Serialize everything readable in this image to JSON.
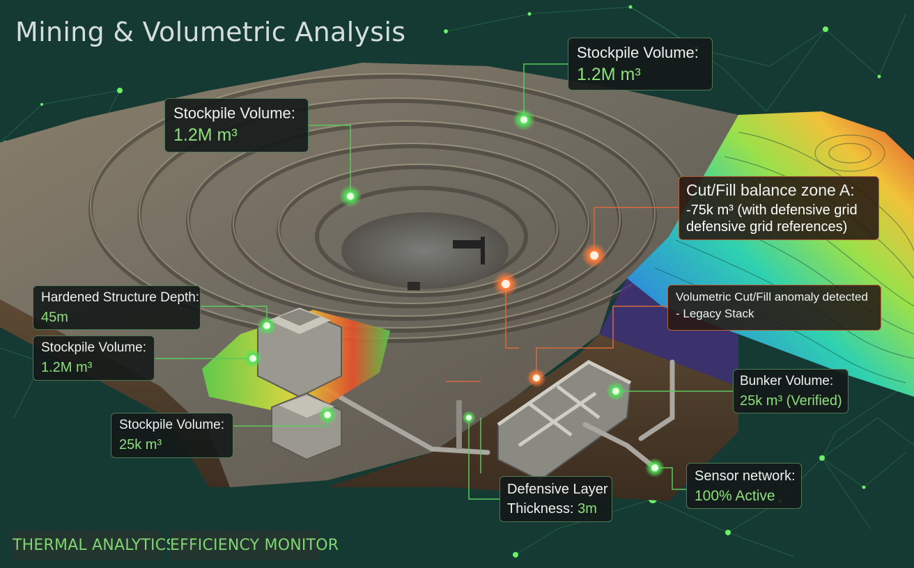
{
  "title": "Mining & Volumetric Analysis",
  "callouts": [
    {
      "line1": "Stockpile Volume:",
      "line2": "1.2M m³"
    },
    {
      "line1": "Stockpile Volume:",
      "line2": "1.2M m³"
    },
    {
      "line1": "Cut/Fill balance zone A:",
      "line2": "-75k m³ (with defensive grid",
      "line3": "defensive grid references)"
    },
    {
      "line1": "Hardened Structure Depth:",
      "line2": "45m"
    },
    {
      "line1": "Volumetric Cut/Fill anomaly detected",
      "line2": "- Legacy Stack"
    },
    {
      "line1": "Stockpile Volume:",
      "line2": "1.2M m³"
    },
    {
      "line1": "Bunker Volume:",
      "line2": "25k m³ (Verified)"
    },
    {
      "line1": "Stockpile Volume:",
      "line2": "25k m³"
    },
    {
      "line1": "Sensor network:",
      "line2": "100% Active"
    },
    {
      "line1": "Defensive Layer",
      "line2a": "Thickness: ",
      "line2b": "3m"
    }
  ],
  "tags": {
    "thermal": "THERMAL ANALYTICS",
    "efficiency": "EFFICIENCY MONITOR"
  },
  "colors": {
    "background": "#153a33",
    "accent_green": "#8fe07d",
    "accent_orange": "#ff8a4a",
    "panel": "#141a18"
  }
}
